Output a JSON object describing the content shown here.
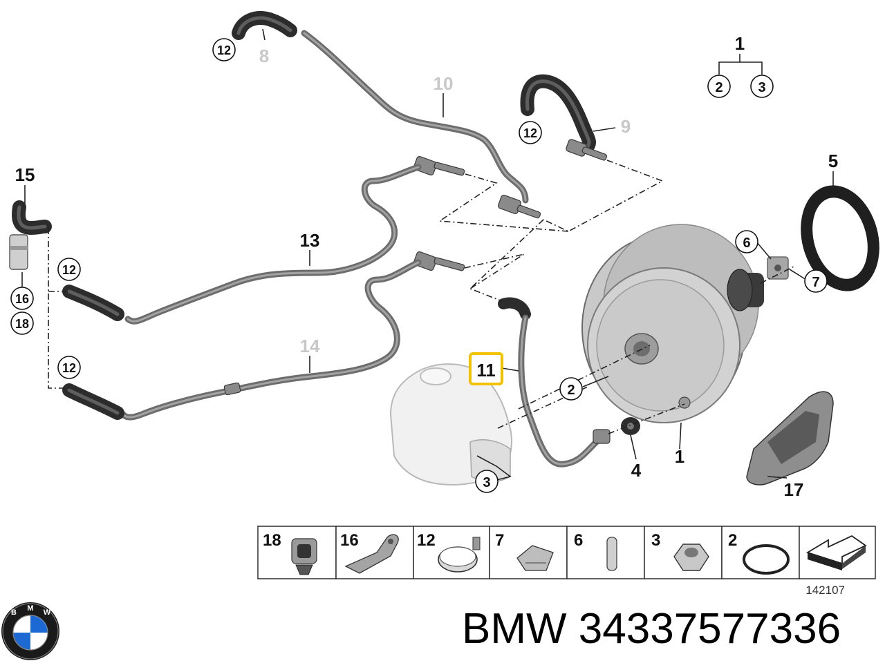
{
  "diagram": {
    "callouts": {
      "c1_top": "1",
      "c2_top": "2",
      "c3_top": "3",
      "c5": "5",
      "c6": "6",
      "c7": "7",
      "c8": "8",
      "c9": "9",
      "c10": "10",
      "c11": "11",
      "c12_a": "12",
      "c12_b": "12",
      "c12_c": "12",
      "c12_d": "12",
      "c13": "13",
      "c14": "14",
      "c15": "15",
      "c16": "16",
      "c18": "18",
      "c2_mid": "2",
      "c3_low": "3",
      "c4": "4",
      "c1_low": "1",
      "c17": "17"
    },
    "highlight_color": "#f2c200",
    "legend_strip": [
      "18",
      "16",
      "12",
      "7",
      "6",
      "3",
      "2"
    ],
    "drawing_number": "142107"
  },
  "logo": {
    "letters": [
      "B",
      "M",
      "W"
    ],
    "colors": {
      "blue": "#1c69d4",
      "ring": "#1a1a1a"
    }
  },
  "caption": {
    "brand": "BMW",
    "part_number": "34337577336"
  }
}
